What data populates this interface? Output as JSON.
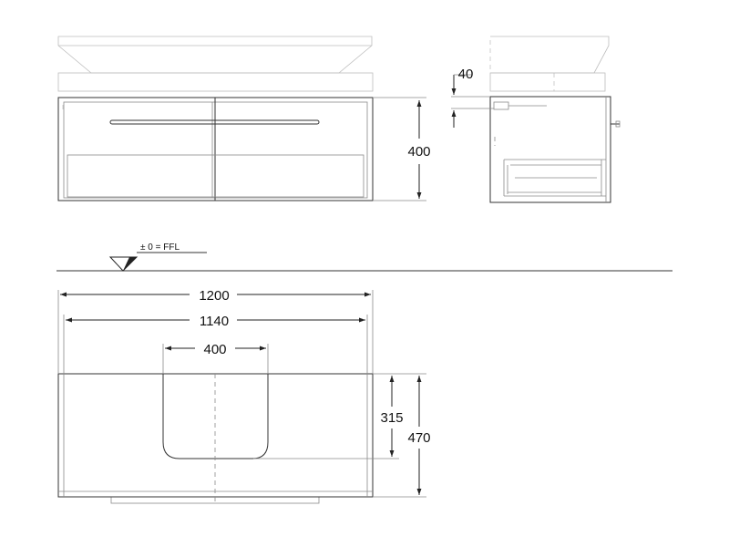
{
  "drawing": {
    "level_label": "± 0 = FFL",
    "dimensions": {
      "front_height": "400",
      "side_top_thickness": "40",
      "plan_width_overall": "1200",
      "plan_width_inner": "1140",
      "plan_cutout_width": "400",
      "plan_cutout_depth": "315",
      "plan_depth": "470"
    }
  }
}
